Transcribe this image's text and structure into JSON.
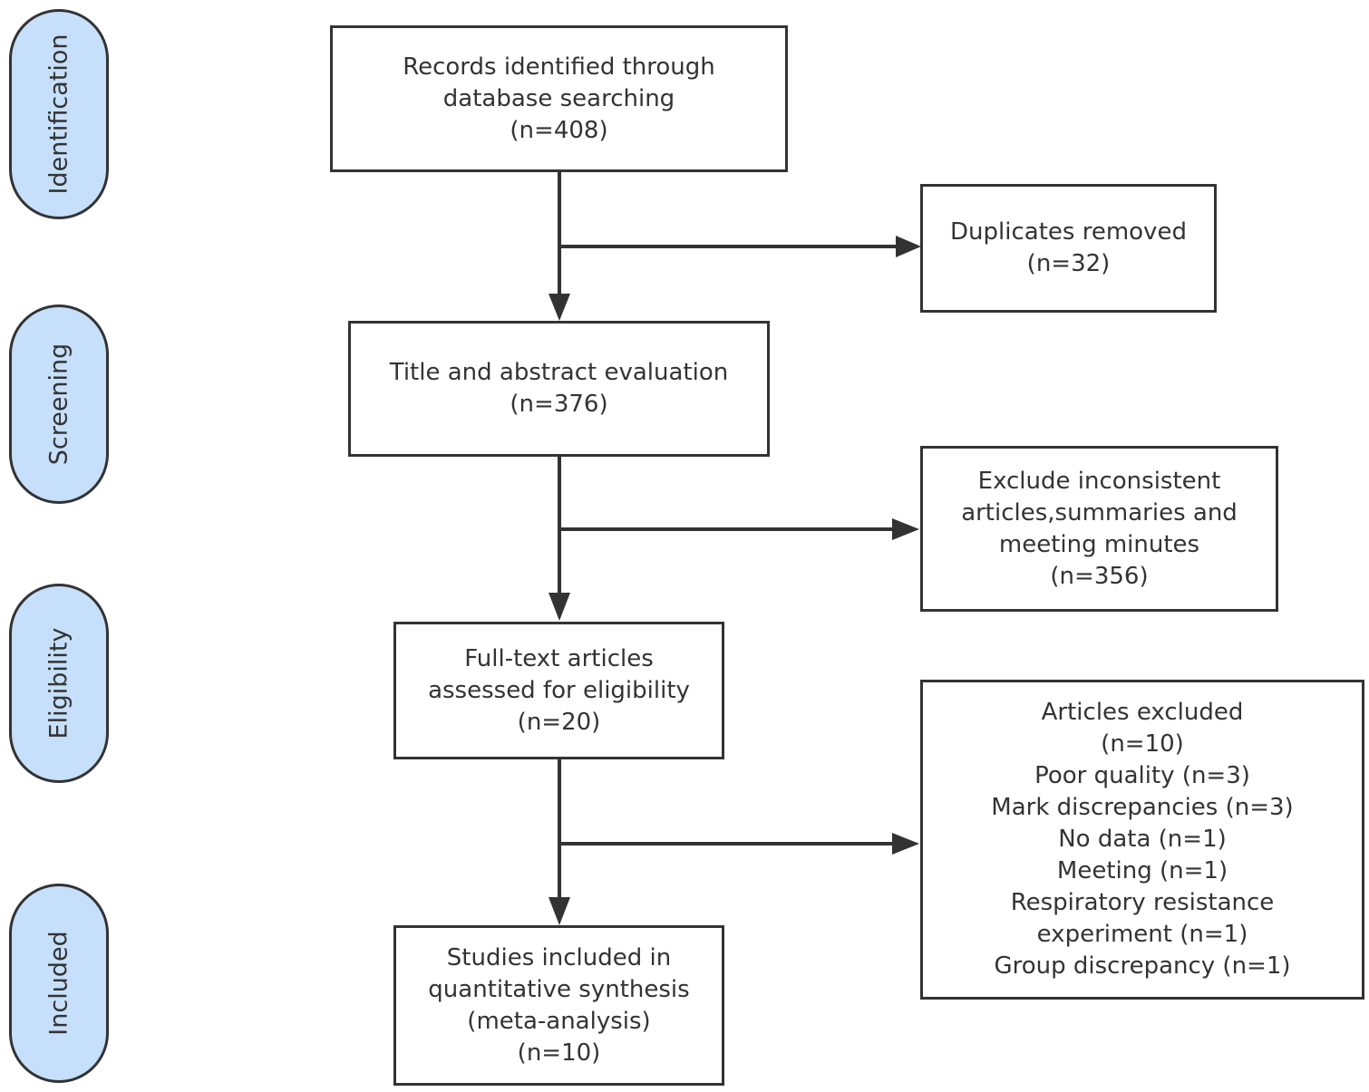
{
  "stages": {
    "identification": "Identification",
    "screening": "Screening",
    "eligibility": "Eligibility",
    "included": "Included"
  },
  "boxes": {
    "records": {
      "line1": "Records identified through",
      "line2": "database searching",
      "count": "(n=408)"
    },
    "duplicates": {
      "line1": "Duplicates removed",
      "count": "(n=32)"
    },
    "title_abstract": {
      "line1": "Title and abstract evaluation",
      "count": "(n=376)"
    },
    "exclude_inconsistent": {
      "line1": "Exclude inconsistent",
      "line2": "articles,summaries and",
      "line3": "meeting minutes",
      "count": "(n=356)"
    },
    "full_text": {
      "line1": "Full-text articles",
      "line2": "assessed for eligibility",
      "count": "(n=20)"
    },
    "articles_excluded": {
      "line1": "Articles excluded",
      "count": "(n=10)",
      "reasons": [
        "Poor quality (n=3)",
        "Mark discrepancies (n=3)",
        "No data (n=1)",
        "Meeting (n=1)",
        "Respiratory resistance",
        "experiment (n=1)",
        "Group discrepancy (n=1)"
      ]
    },
    "included_studies": {
      "line1": "Studies included in",
      "line2": "quantitative synthesis",
      "line3": "(meta-analysis)",
      "count": "(n=10)"
    }
  },
  "colors": {
    "stage_fill": "#c6e0fb",
    "stroke": "#333333",
    "text": "#333333"
  }
}
